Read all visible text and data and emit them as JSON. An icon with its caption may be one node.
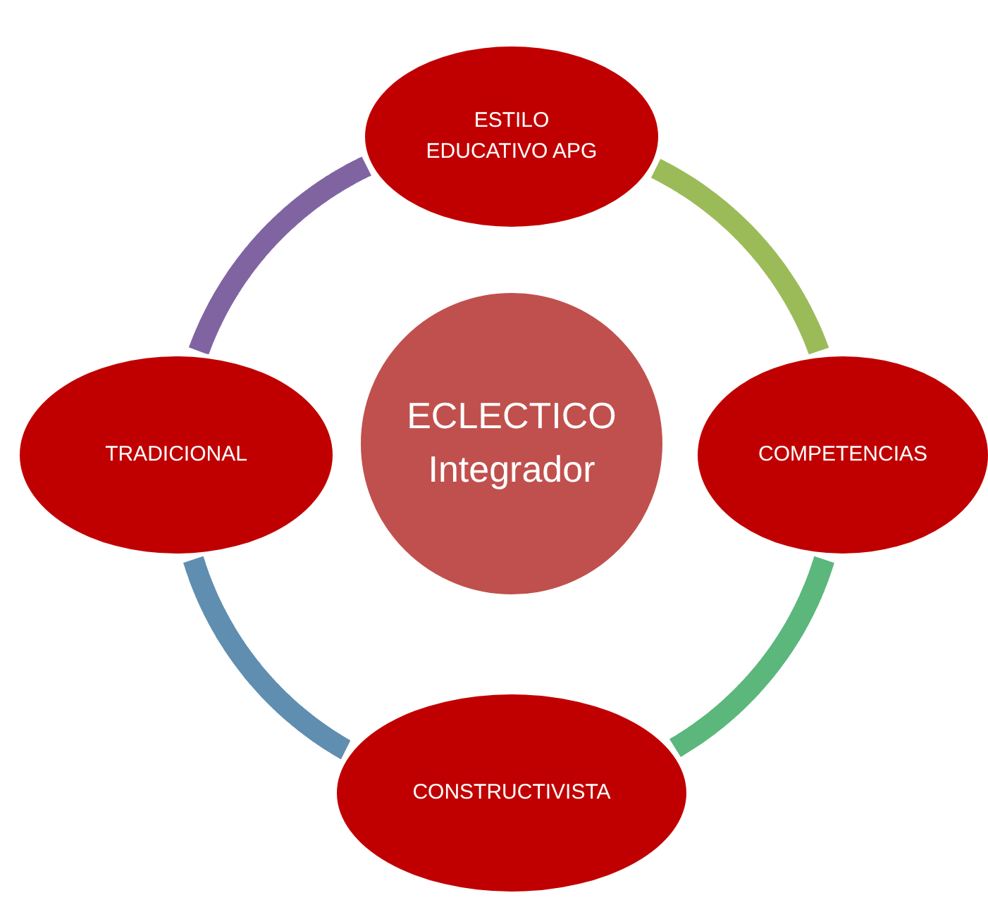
{
  "diagram": {
    "nodes": [
      {
        "text": [
          "ESTILO EDUCATIVO APG"
        ]
      },
      {
        "text": [
          "TRADICIONAL"
        ]
      },
      {
        "text": [
          "ECLECTICO Integrador"
        ]
      },
      {
        "text": [
          "COMPETENCIAS"
        ]
      },
      {
        "text": [
          "CONSTRUCTIVISTA"
        ]
      }
    ],
    "edges": [
      {
        "from": 0,
        "to": 3,
        "arrow": "none",
        "color": "#9bbb59"
      },
      {
        "from": 3,
        "to": 4,
        "arrow": "none",
        "color": "#5bb77b"
      },
      {
        "from": 4,
        "to": 1,
        "arrow": "none",
        "color": "#5f8eb0"
      },
      {
        "from": 1,
        "to": 0,
        "arrow": "none",
        "color": "#8064a2"
      }
    ]
  }
}
